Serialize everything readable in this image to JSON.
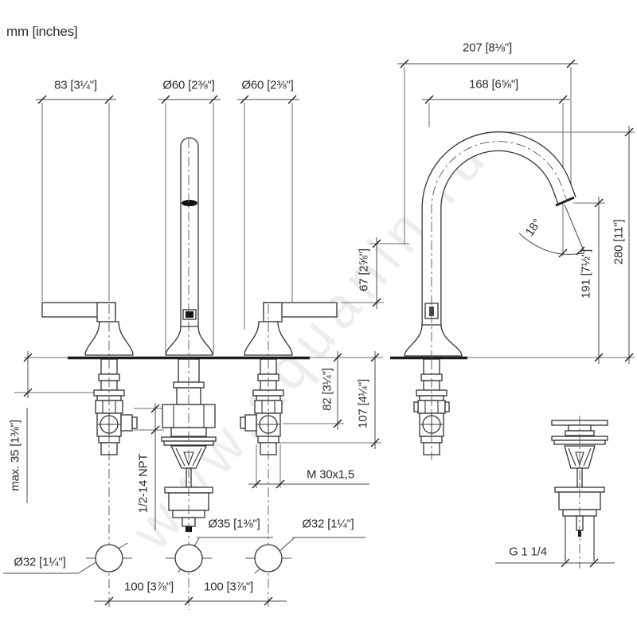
{
  "meta": {
    "units_label": "mm [inches]"
  },
  "watermark": {
    "text": "www.aquanin.ru"
  },
  "front_view": {
    "lever_length": "83 [3¼\"]",
    "spout_escutcheon_dia": "Ø60 [2⅜\"]",
    "handle_escutcheon_dia": "Ø60 [2⅜\"]",
    "handle_height_above_deck": "67 [2⅝\"]",
    "max_deck_thickness": "max. 35 [1⅜\"]",
    "supply_thread": "1/2-14 NPT",
    "valve_shank_thread": "M 30x1,5",
    "below_deck_depth_1": "82 [3¼\"]",
    "below_deck_depth_2": "107 [4¼\"]",
    "popup_hole_dia": "Ø35 [1⅜\"]",
    "handle_hole_dia_left": "Ø32 [1¼\"]",
    "handle_hole_dia_right": "Ø32 [1¼\"]",
    "hole_spacing_left": "100 [3⅞\"]",
    "hole_spacing_right": "100 [3⅞\"]"
  },
  "side_view": {
    "spout_projection": "207 [8⅛\"]",
    "aerator_projection": "168 [6⅝\"]",
    "spout_height": "280 [11\"]",
    "outlet_height": "191 [7½\"]",
    "outlet_angle": "18°",
    "drain_thread": "G 1 1/4"
  }
}
